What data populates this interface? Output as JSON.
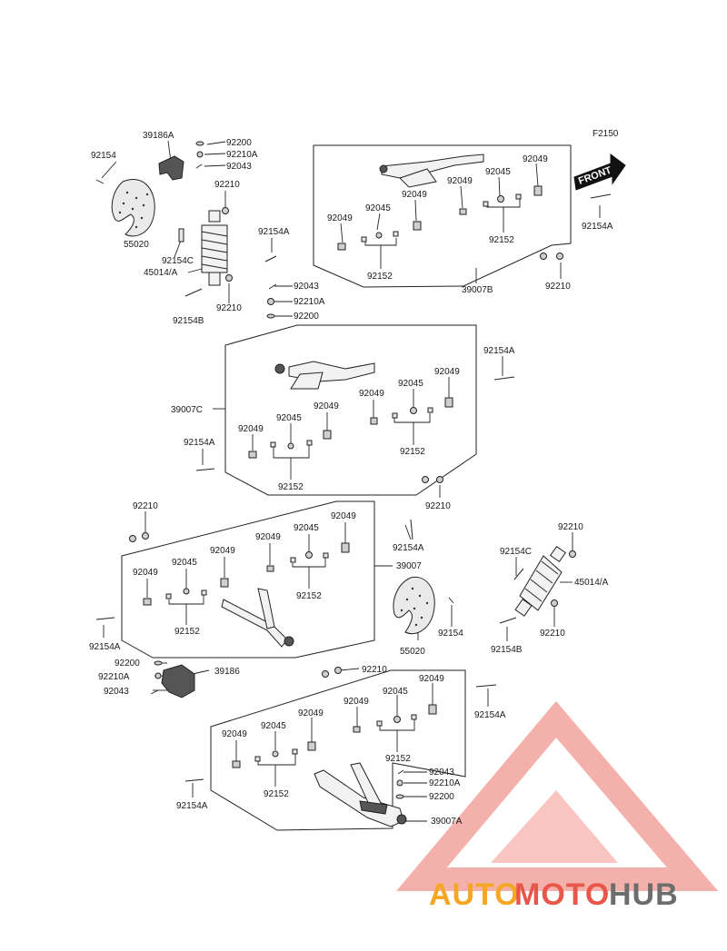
{
  "diagram_code": "F2150",
  "front_label": "FRONT",
  "watermark": {
    "part1": "AUTO",
    "part2": "MOTO",
    "part3": "HUB",
    "color_orange": "#f5a623",
    "color_red": "#e8574a",
    "color_gray": "#6d6d6d"
  },
  "labels": {
    "l_92154_tl": "92154",
    "l_39186A": "39186A",
    "l_92200_a": "92200",
    "l_92210A_a": "92210A",
    "l_92043_a": "92043",
    "l_92210_a": "92210",
    "l_55020_a": "55020",
    "l_92154C_a": "92154C",
    "l_45014A_a": "45014/A",
    "l_92210_b": "92210",
    "l_92154B_a": "92154B",
    "l_92154A_a": "92154A",
    "l_92043_b": "92043",
    "l_92210A_b": "92210A",
    "l_92200_b": "92200",
    "l_39007B": "39007B",
    "l_92210_c": "92210",
    "l_92154A_b": "92154A",
    "l_B1_92049_a": "92049",
    "l_B1_92045_a": "92045",
    "l_B1_92049_b": "92049",
    "l_B1_92152_a": "92152",
    "l_B1_92049_c": "92049",
    "l_B1_92045_b": "92045",
    "l_B1_92049_d": "92049",
    "l_B1_92152_b": "92152",
    "l_92154A_c": "92154A",
    "l_39007C": "39007C",
    "l_B2_92049_a": "92049",
    "l_B2_92045_a": "92045",
    "l_B2_92049_b": "92049",
    "l_B2_92152_a": "92152",
    "l_B2_92049_c": "92049",
    "l_B2_92045_b": "92045",
    "l_B2_92049_d": "92049",
    "l_B2_92152_b": "92152",
    "l_92154A_d": "92154A",
    "l_92210_d": "92210",
    "l_92210_e": "92210",
    "l_92154A_e": "92154A",
    "l_39007": "39007",
    "l_B3_92049_a": "92049",
    "l_B3_92045_a": "92045",
    "l_B3_92049_b": "92049",
    "l_B3_92152_a": "92152",
    "l_B3_92049_c": "92049",
    "l_B3_92045_b": "92045",
    "l_B3_92049_d": "92049",
    "l_B3_92152_b": "92152",
    "l_92154A_f": "92154A",
    "l_92200_c": "92200",
    "l_92210A_c": "92210A",
    "l_92043_c": "92043",
    "l_39186": "39186",
    "l_92210_f": "92210",
    "l_92154C_b": "92154C",
    "l_45014A_b": "45014/A",
    "l_55020_b": "55020",
    "l_92154_b": "92154",
    "l_92210_g": "92210",
    "l_92154B_b": "92154B",
    "l_92210_h": "92210",
    "l_92154A_g": "92154A",
    "l_B4_92049_a": "92049",
    "l_B4_92045_a": "92045",
    "l_B4_92049_b": "92049",
    "l_B4_92152_a": "92152",
    "l_B4_92049_c": "92049",
    "l_B4_92045_b": "92045",
    "l_B4_92049_d": "92049",
    "l_B4_92152_b": "92152",
    "l_92043_d": "92043",
    "l_92210A_d": "92210A",
    "l_92200_d": "92200",
    "l_39007A": "39007A",
    "l_92154A_h": "92154A"
  }
}
